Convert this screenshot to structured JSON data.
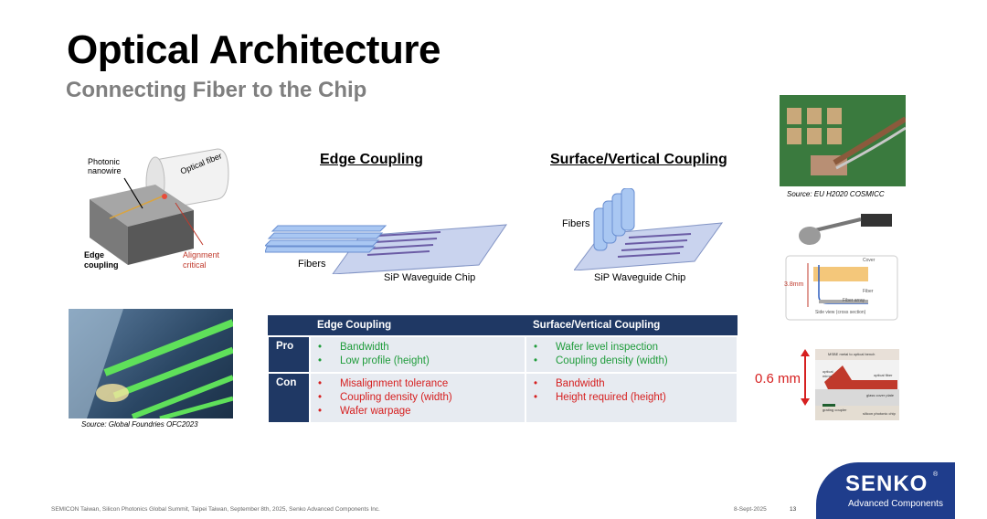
{
  "slide": {
    "title": "Optical Architecture",
    "subtitle": "Connecting Fiber to the Chip"
  },
  "diagrams": {
    "photonic": {
      "nanowire_label": "Photonic nanowire",
      "fiber_label": "Optical fiber",
      "edge_label": "Edge coupling",
      "alignment_label": "Alignment critical"
    },
    "edge": {
      "heading": "Edge Coupling",
      "fibers_label": "Fibers",
      "chip_label": "SiP Waveguide Chip"
    },
    "surface": {
      "heading": "Surface/Vertical Coupling",
      "fibers_label": "Fibers",
      "chip_label": "SiP Waveguide Chip"
    }
  },
  "table": {
    "headers": [
      "",
      "Edge Coupling",
      "Surface/Vertical Coupling"
    ],
    "rows": [
      {
        "label": "Pro",
        "edge": [
          "Bandwidth",
          "Low profile (height)"
        ],
        "surface": [
          "Wafer level inspection",
          "Coupling density (width)"
        ]
      },
      {
        "label": "Con",
        "edge": [
          "Misalignment tolerance",
          "Coupling density (width)",
          "Wafer warpage"
        ],
        "surface": [
          "Bandwidth",
          "Height required (height)"
        ]
      }
    ]
  },
  "sources": {
    "left": "Source: Global Foundries OFC2023",
    "right": "Source: EU H2020 COSMICC"
  },
  "side_diagram": {
    "height_label": "3.8mm",
    "cover_label": "Cover",
    "fiber_label": "Fiber",
    "fiber_array_label": "Fiber array",
    "side_view_label": "Side view (cross section)"
  },
  "bottom_diagram": {
    "height_label": "0.6 mm",
    "mirror_label": "MSBE metal to optical bench",
    "reflect_label": "optical mirror",
    "fiber_label": "optical fiber",
    "glass_label": "glass cover plate",
    "grating_label": "grating coupler",
    "chip_label": "silicon photonic chip"
  },
  "footer": {
    "text": "SEMICON Taiwan, Silicon Photonics Global Summit, Taipei Taiwan, September 8th, 2025, Senko Advanced Components Inc.",
    "date": "8-Sept-2025",
    "page": "13"
  },
  "logo": {
    "name": "SENKO",
    "sub": "Advanced Components"
  },
  "colors": {
    "navy": "#1f3864",
    "pro_green": "#1f9c3b",
    "con_red": "#d62020",
    "logo_blue": "#1f3d8c"
  }
}
